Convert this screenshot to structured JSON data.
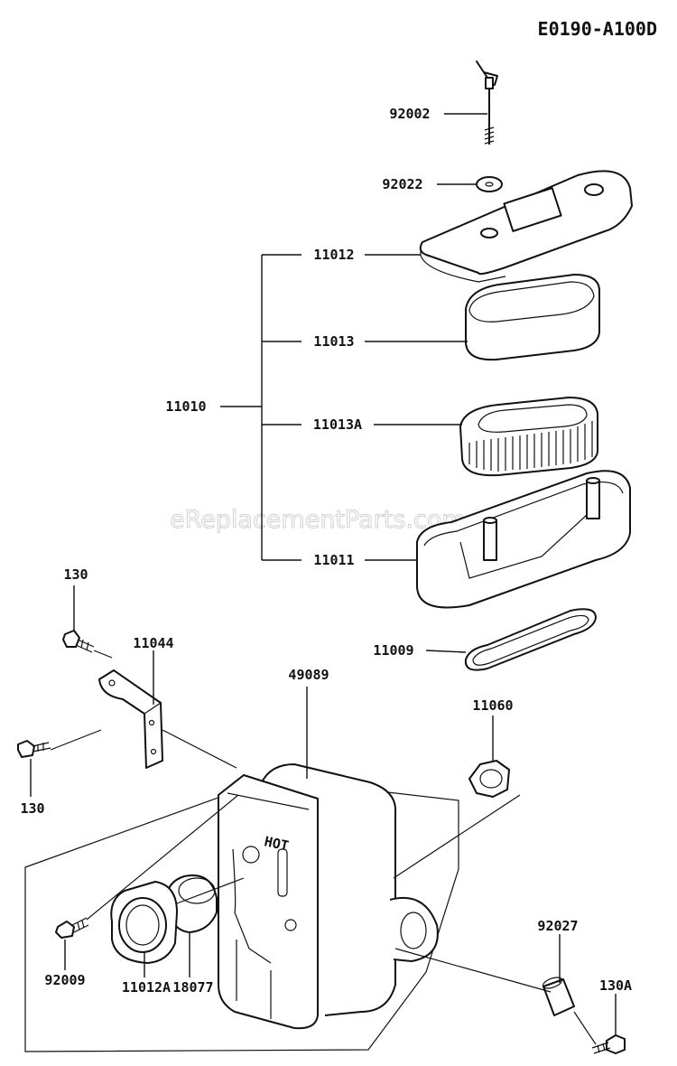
{
  "diagram_code": "E0190-A100D",
  "watermark": "eReplacementParts.com",
  "parts": [
    {
      "id": "p92002",
      "label": "92002",
      "icon": "wing-bolt-icon"
    },
    {
      "id": "p92022",
      "label": "92022",
      "icon": "washer-icon"
    },
    {
      "id": "p11012",
      "label": "11012",
      "icon": "cover-icon"
    },
    {
      "id": "p11013",
      "label": "11013",
      "icon": "pre-cleaner-icon"
    },
    {
      "id": "p11010",
      "label": "11010",
      "icon": "air-cleaner-assembly-icon"
    },
    {
      "id": "p11013A",
      "label": "11013A",
      "icon": "filter-element-icon"
    },
    {
      "id": "p11011",
      "label": "11011",
      "icon": "base-icon"
    },
    {
      "id": "p130a",
      "label": "130",
      "icon": "bolt-icon"
    },
    {
      "id": "p11044",
      "label": "11044",
      "icon": "bracket-icon"
    },
    {
      "id": "p11009",
      "label": "11009",
      "icon": "gasket-icon"
    },
    {
      "id": "p49089",
      "label": "49089",
      "icon": "muffler-icon"
    },
    {
      "id": "p11060",
      "label": "11060",
      "icon": "gasket-icon"
    },
    {
      "id": "p130b",
      "label": "130",
      "icon": "bolt-icon"
    },
    {
      "id": "p92027",
      "label": "92027",
      "icon": "collar-icon"
    },
    {
      "id": "p130A",
      "label": "130A",
      "icon": "bolt-icon"
    },
    {
      "id": "p92009",
      "label": "92009",
      "icon": "screw-icon"
    },
    {
      "id": "p11012A",
      "label": "11012A",
      "icon": "flange-icon"
    },
    {
      "id": "p18077",
      "label": "18077",
      "icon": "screen-icon"
    }
  ]
}
